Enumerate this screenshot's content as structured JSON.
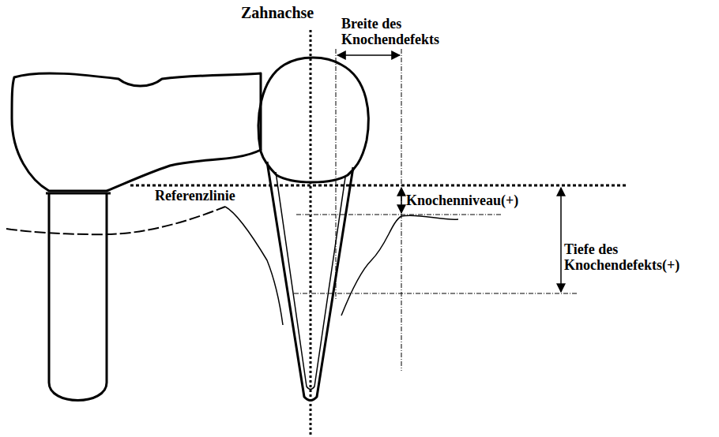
{
  "diagram": {
    "labels": [
      "Zahnachse",
      "Breite des Knochendefekts",
      "Referenzlinie",
      "Knochenniveau(+)",
      "Tiefe des Knochendefekts(+)"
    ]
  }
}
